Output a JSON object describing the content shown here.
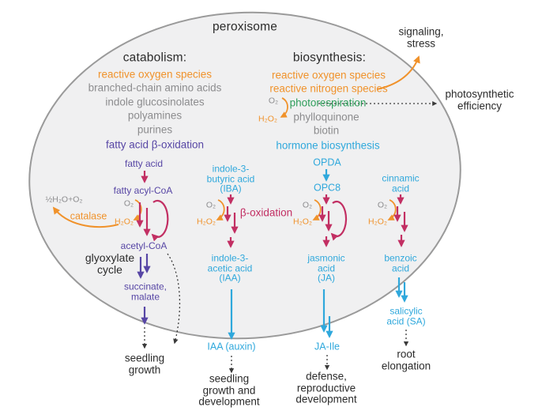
{
  "colors": {
    "orange": "#F0922B",
    "magenta": "#C22F63",
    "purple": "#5746A5",
    "blue": "#2FA8DC",
    "green": "#2E9E5B",
    "gray": "#8C8C8E",
    "text": "#2B2B2B",
    "ellipse_fill": "#F0F0F1",
    "ellipse_stroke": "#9A9A9A"
  },
  "diagram": {
    "title": "peroxisome",
    "catabolism": {
      "heading": "catabolism:",
      "items": [
        "reactive oxygen species",
        "branched-chain amino acids",
        "indole glucosinolates",
        "polyamines",
        "purines",
        "fatty acid β-oxidation"
      ]
    },
    "biosynthesis": {
      "heading": "biosynthesis:",
      "items": [
        "reactive oxygen species",
        "reactive nitrogen species",
        "photorespiration",
        "phylloquinone",
        "biotin",
        "hormone biosynthesis"
      ]
    },
    "chemistry": {
      "o2": "O₂",
      "h2o2": "H₂O₂",
      "catalase": "catalase",
      "water_oxygen": "½H₂O+O₂",
      "beta_oxidation": "β-oxidation"
    },
    "fatty_pathway": {
      "substrate": "fatty acid",
      "acyl_coa": "fatty acyl-CoA",
      "acetyl_coa": "acetyl-CoA",
      "glyoxylate": "glyoxylate\ncycle",
      "products": "succinate,\nmalate",
      "outcome": "seedling\ngrowth"
    },
    "auxin_pathway": {
      "substrate": "indole-3-\nbutyric acid\n(IBA)",
      "product": "indole-3-\nacetic acid\n(IAA)",
      "exported": "IAA (auxin)",
      "outcome": "seedling\ngrowth and\ndevelopment"
    },
    "jasmonate_pathway": {
      "opda": "OPDA",
      "opc8": "OPC8",
      "product": "jasmonic\nacid\n(JA)",
      "exported": "JA-Ile",
      "outcome": "defense,\nreproductive\ndevelopment"
    },
    "salicylate_pathway": {
      "substrate": "cinnamic\nacid",
      "intermediate": "benzoic\nacid",
      "product": "salicylic\nacid (SA)",
      "outcome": "root\nelongation"
    },
    "outside": {
      "signaling": "signaling,\nstress",
      "photosynthetic": "photosynthetic\nefficiency"
    }
  }
}
